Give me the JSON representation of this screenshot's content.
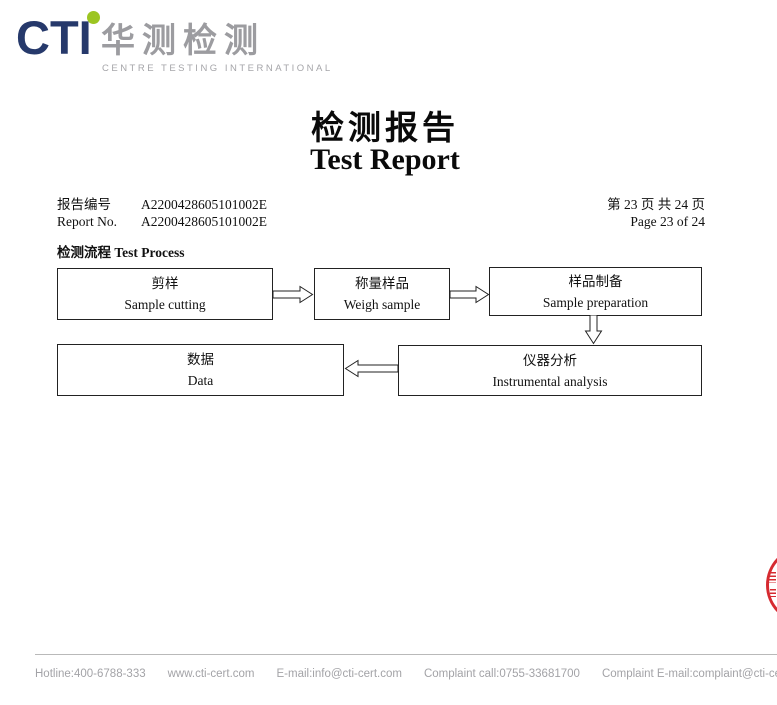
{
  "logo": {
    "acronym": "CTI",
    "cjk_name": "华测检测",
    "subtitle": "CENTRE TESTING INTERNATIONAL",
    "colors": {
      "navy": "#26396b",
      "green": "#9cc522",
      "gray": "#9c9ca0"
    }
  },
  "title": {
    "cjk": "检测报告",
    "en": "Test Report"
  },
  "report_info": {
    "label_cjk": "报告编号",
    "label_en": "Report No.",
    "number_line1": "A2200428605101002E",
    "number_line2": "A2200428605101002E",
    "page_cjk": "第 23 页 共 24 页",
    "page_en": "Page 23 of 24"
  },
  "section_heading": "检测流程 Test Process",
  "flowchart": {
    "boxes": [
      {
        "cjk": "剪样",
        "en": "Sample cutting"
      },
      {
        "cjk": "称量样品",
        "en": "Weigh sample"
      },
      {
        "cjk": "样品制备",
        "en": "Sample preparation"
      },
      {
        "cjk": "数据",
        "en": "Data"
      },
      {
        "cjk": "仪器分析",
        "en": "Instrumental analysis"
      }
    ],
    "flow": "Sample cutting → Weigh sample → Sample preparation → Instrumental analysis → Data"
  },
  "seal": {
    "name": "partial-red-seal",
    "color": "#d62a30"
  },
  "footer": {
    "items": [
      "Hotline:400-6788-333",
      "www.cti-cert.com",
      "E-mail:info@cti-cert.com",
      "Complaint call:0755-33681700",
      "Complaint E-mail:complaint@cti-cert.com"
    ]
  }
}
